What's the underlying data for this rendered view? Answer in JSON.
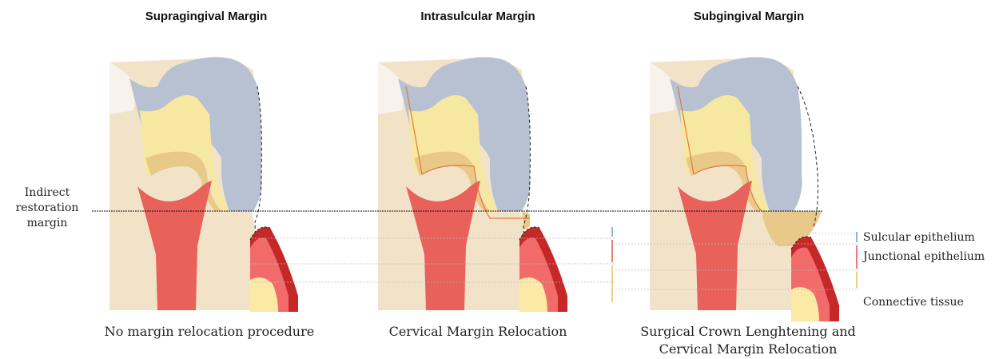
{
  "panels": [
    {
      "title": "Supragingival Margin",
      "caption_lines": [
        "No margin relocation procedure"
      ]
    },
    {
      "title": "Intrasulcular Margin",
      "caption_lines": [
        "Cervical Margin Relocation"
      ]
    },
    {
      "title": "Subgingival Margin",
      "caption_lines": [
        "Surgical Crown Lenghtening and",
        "Cervical Margin Relocation"
      ]
    }
  ],
  "margin_label_lines": [
    "Indirect",
    "restoration",
    "margin"
  ],
  "legend": {
    "sulcular": "Sulcular epithelium",
    "junctional": "Junctional epithelium",
    "connective": "Connective tissue"
  },
  "colors": {
    "enamel_crown": "#b7c1d1",
    "restoration_filling": "#f6e7a1",
    "filling_shadow": "#e8c98a",
    "dentin": "#f2e3c8",
    "pulp": "#e8615a",
    "gingiva_dark": "#c62828",
    "gingiva_light": "#f26b6b",
    "outline_orange": "#e07b39",
    "marker_blue": "#6a9fd8",
    "marker_red": "#d9534f",
    "marker_yellow": "#e8c15a"
  }
}
